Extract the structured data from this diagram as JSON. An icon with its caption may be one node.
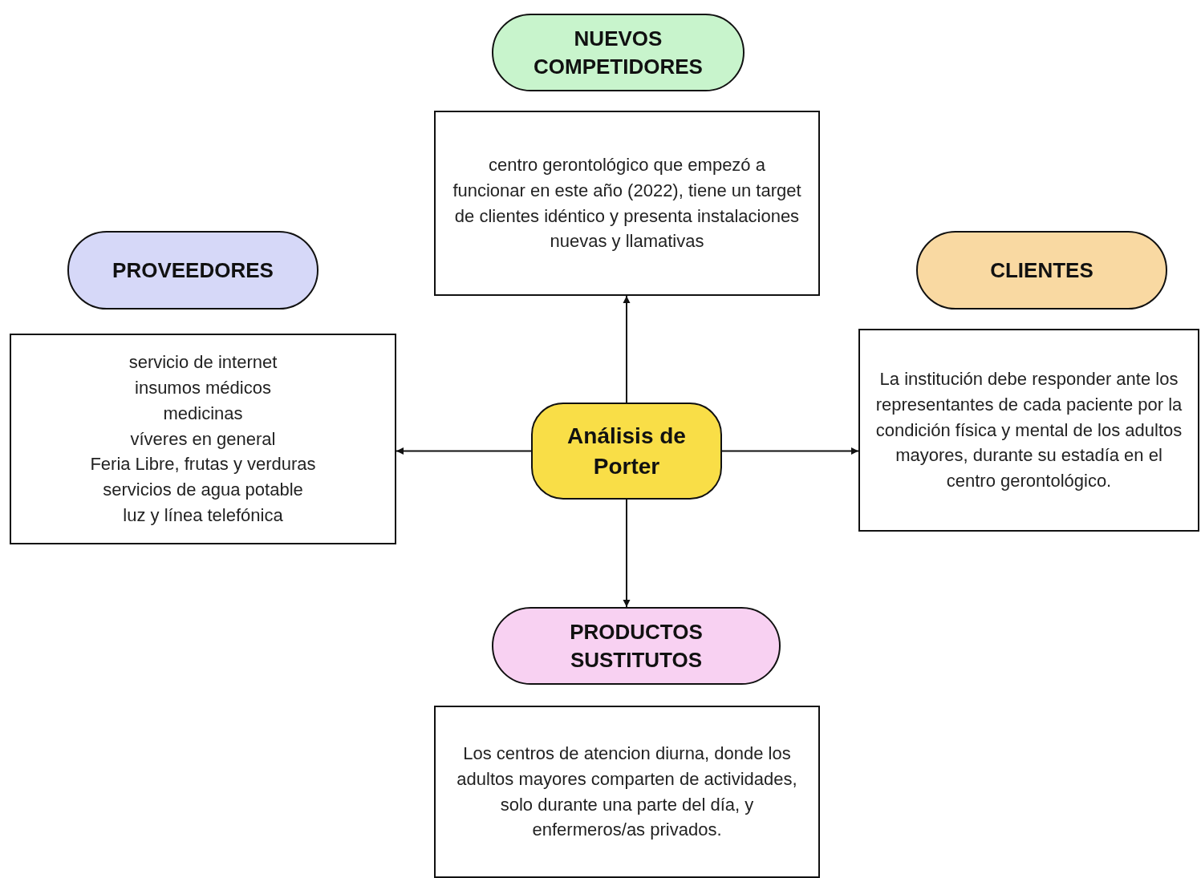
{
  "diagram": {
    "nodes": [
      {
        "text": [
          "NUEVOS COMPETIDORES"
        ]
      },
      {
        "text": [
          "centro gerontológico que empezó a funcionar en este año (2022), tiene un target de clientes idéntico y presenta instalaciones nuevas y llamativas"
        ]
      },
      {
        "text": [
          "PROVEEDORES"
        ]
      },
      {
        "text": [
          "servicio de internet",
          "insumos médicos",
          "medicinas",
          "víveres en general",
          "Feria Libre, frutas y verduras",
          "servicios de agua potable",
          "luz y línea telefónica"
        ]
      },
      {
        "text": [
          "CLIENTES"
        ]
      },
      {
        "text": [
          "La institución debe responder ante los representantes de cada paciente por la condición física y mental de los adultos mayores, durante su estadía en el centro gerontológico."
        ]
      },
      {
        "text": [
          "Análisis de Porter"
        ]
      },
      {
        "text": [
          "PRODUCTOS SUSTITUTOS"
        ]
      },
      {
        "text": [
          "Los centros de atencion diurna, donde los adultos mayores comparten de actividades, solo durante una parte del día, y enfermeros/as privados."
        ]
      }
    ],
    "edges": [
      {
        "from": 6,
        "to": 1,
        "arrow": "to"
      },
      {
        "from": 6,
        "to": 3,
        "arrow": "to"
      },
      {
        "from": 6,
        "to": 5,
        "arrow": "to"
      },
      {
        "from": 6,
        "to": 7,
        "arrow": "to"
      }
    ]
  }
}
